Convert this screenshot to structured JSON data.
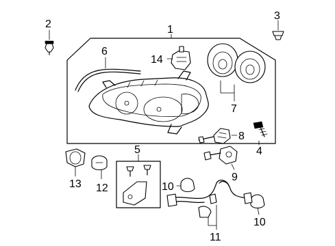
{
  "callouts": {
    "c1": "1",
    "c2": "2",
    "c3": "3",
    "c4": "4",
    "c5": "5",
    "c6": "6",
    "c7": "7",
    "c8": "8",
    "c9": "9",
    "c10a": "10",
    "c10b": "10",
    "c11": "11",
    "c12": "12",
    "c13": "13",
    "c14": "14"
  },
  "icons": {
    "headlamp": "headlamp-housing-icon",
    "bolt": "bolt-icon",
    "clip": "clip-icon",
    "bulb": "bulb-icon",
    "socket": "socket-icon",
    "harness": "wiring-harness-icon",
    "cap": "dust-cap-icon"
  }
}
